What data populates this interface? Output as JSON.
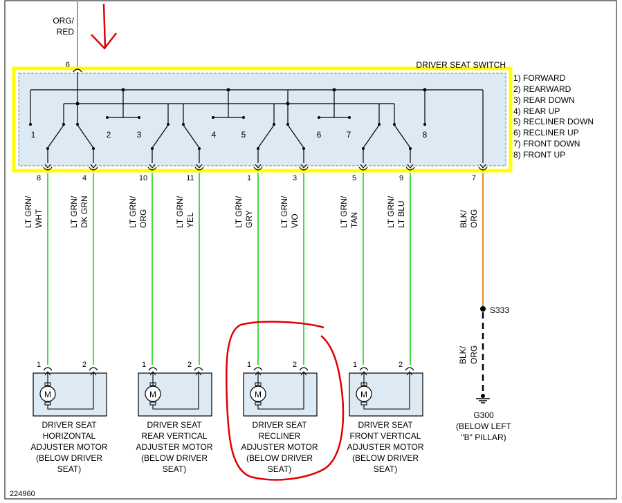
{
  "feed_wire": {
    "color_line1": "ORG/",
    "color_line2": "RED",
    "pin": "6",
    "line_color": "#f08a3c"
  },
  "switch": {
    "title": "DRIVER SEAT SWITCH",
    "contact_numbers": [
      "1",
      "2",
      "3",
      "4",
      "5",
      "6",
      "7",
      "8"
    ],
    "functions": [
      "1) FORWARD",
      "2) REARWARD",
      "3) REAR DOWN",
      "4) REAR UP",
      "5) RECLINER DOWN",
      "6) RECLINER UP",
      "7) FRONT DOWN",
      "8) FRONT UP"
    ],
    "outline_color": "#ffff00",
    "fill_color": "#dde9f3"
  },
  "wire_color": "#44dd44",
  "ground_wire_color": "#e98a30",
  "outputs": [
    {
      "pin": "8",
      "line1": "LT GRN/",
      "line2": "WHT"
    },
    {
      "pin": "4",
      "line1": "LT GRN/",
      "line2": "DK GRN"
    },
    {
      "pin": "10",
      "line1": "LT GRN/",
      "line2": "ORG"
    },
    {
      "pin": "11",
      "line1": "LT GRN/",
      "line2": "YEL"
    },
    {
      "pin": "1",
      "line1": "LT GRN/",
      "line2": "GRY"
    },
    {
      "pin": "3",
      "line1": "LT GRN/",
      "line2": "VIO"
    },
    {
      "pin": "5",
      "line1": "LT GRN/",
      "line2": "TAN"
    },
    {
      "pin": "9",
      "line1": "LT GRN/",
      "line2": "LT BLU"
    },
    {
      "pin": "7",
      "line1": "BLK/",
      "line2": "ORG"
    }
  ],
  "motors": [
    {
      "symbol": "M",
      "pin_a": "1",
      "pin_b": "2",
      "label": [
        "DRIVER SEAT",
        "HORIZONTAL",
        "ADJUSTER MOTOR",
        "(BELOW DRIVER",
        "SEAT)"
      ]
    },
    {
      "symbol": "M",
      "pin_a": "1",
      "pin_b": "2",
      "label": [
        "DRIVER SEAT",
        "REAR VERTICAL",
        "ADJUSTER MOTOR",
        "(BELOW DRIVER",
        "SEAT)"
      ]
    },
    {
      "symbol": "M",
      "pin_a": "1",
      "pin_b": "2",
      "label": [
        "DRIVER SEAT",
        "RECLINER",
        "ADJUSTER MOTOR",
        "(BELOW DRIVER",
        "SEAT)"
      ]
    },
    {
      "symbol": "M",
      "pin_a": "1",
      "pin_b": "2",
      "label": [
        "DRIVER SEAT",
        "FRONT VERTICAL",
        "ADJUSTER MOTOR",
        "(BELOW DRIVER",
        "SEAT)"
      ]
    }
  ],
  "splice": {
    "label": "S333"
  },
  "ground_wire": {
    "line1": "BLK/",
    "line2": "ORG"
  },
  "ground": {
    "label": [
      "G300",
      "(BELOW LEFT",
      "\"B\" PILLAR)"
    ]
  },
  "figure_id": "224960",
  "annotation_color": "#e00000"
}
